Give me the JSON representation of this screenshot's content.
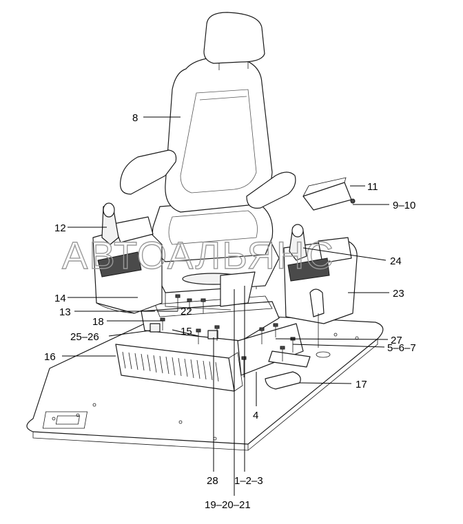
{
  "watermark": "АВТОАЛЬЯНС",
  "callouts": {
    "c8": "8",
    "c11": "11",
    "c9_10": "9–10",
    "c12": "12",
    "c24": "24",
    "c14": "14",
    "c23": "23",
    "c13": "13",
    "c22": "22",
    "c18": "18",
    "c15": "15",
    "c25_26": "25–26",
    "c27": "27",
    "c5_6_7": "5–6–7",
    "c16": "16",
    "c17": "17",
    "c4": "4",
    "c28": "28",
    "c1_2_3": "1–2–3",
    "c19_20_21": "19–20–21"
  }
}
